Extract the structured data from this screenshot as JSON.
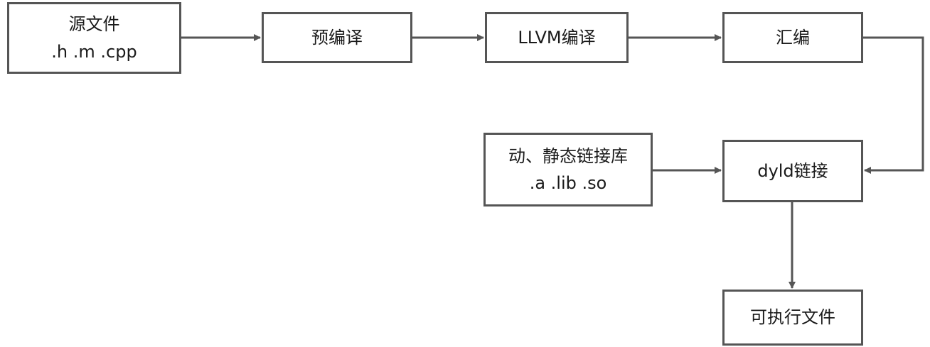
{
  "nodes": {
    "source": {
      "line1": "源文件",
      "line2": ".h .m .cpp"
    },
    "preprocess": {
      "label": "预编译"
    },
    "llvm": {
      "label": "LLVM编译"
    },
    "assemble": {
      "label": "汇编"
    },
    "libraries": {
      "line1": "动、静态链接库",
      "line2": ".a .lib .so"
    },
    "dyld": {
      "label": "dyld链接"
    },
    "executable": {
      "label": "可执行文件"
    }
  },
  "colors": {
    "stroke": "#555555",
    "text": "#1a1a1a",
    "background": "#ffffff"
  }
}
